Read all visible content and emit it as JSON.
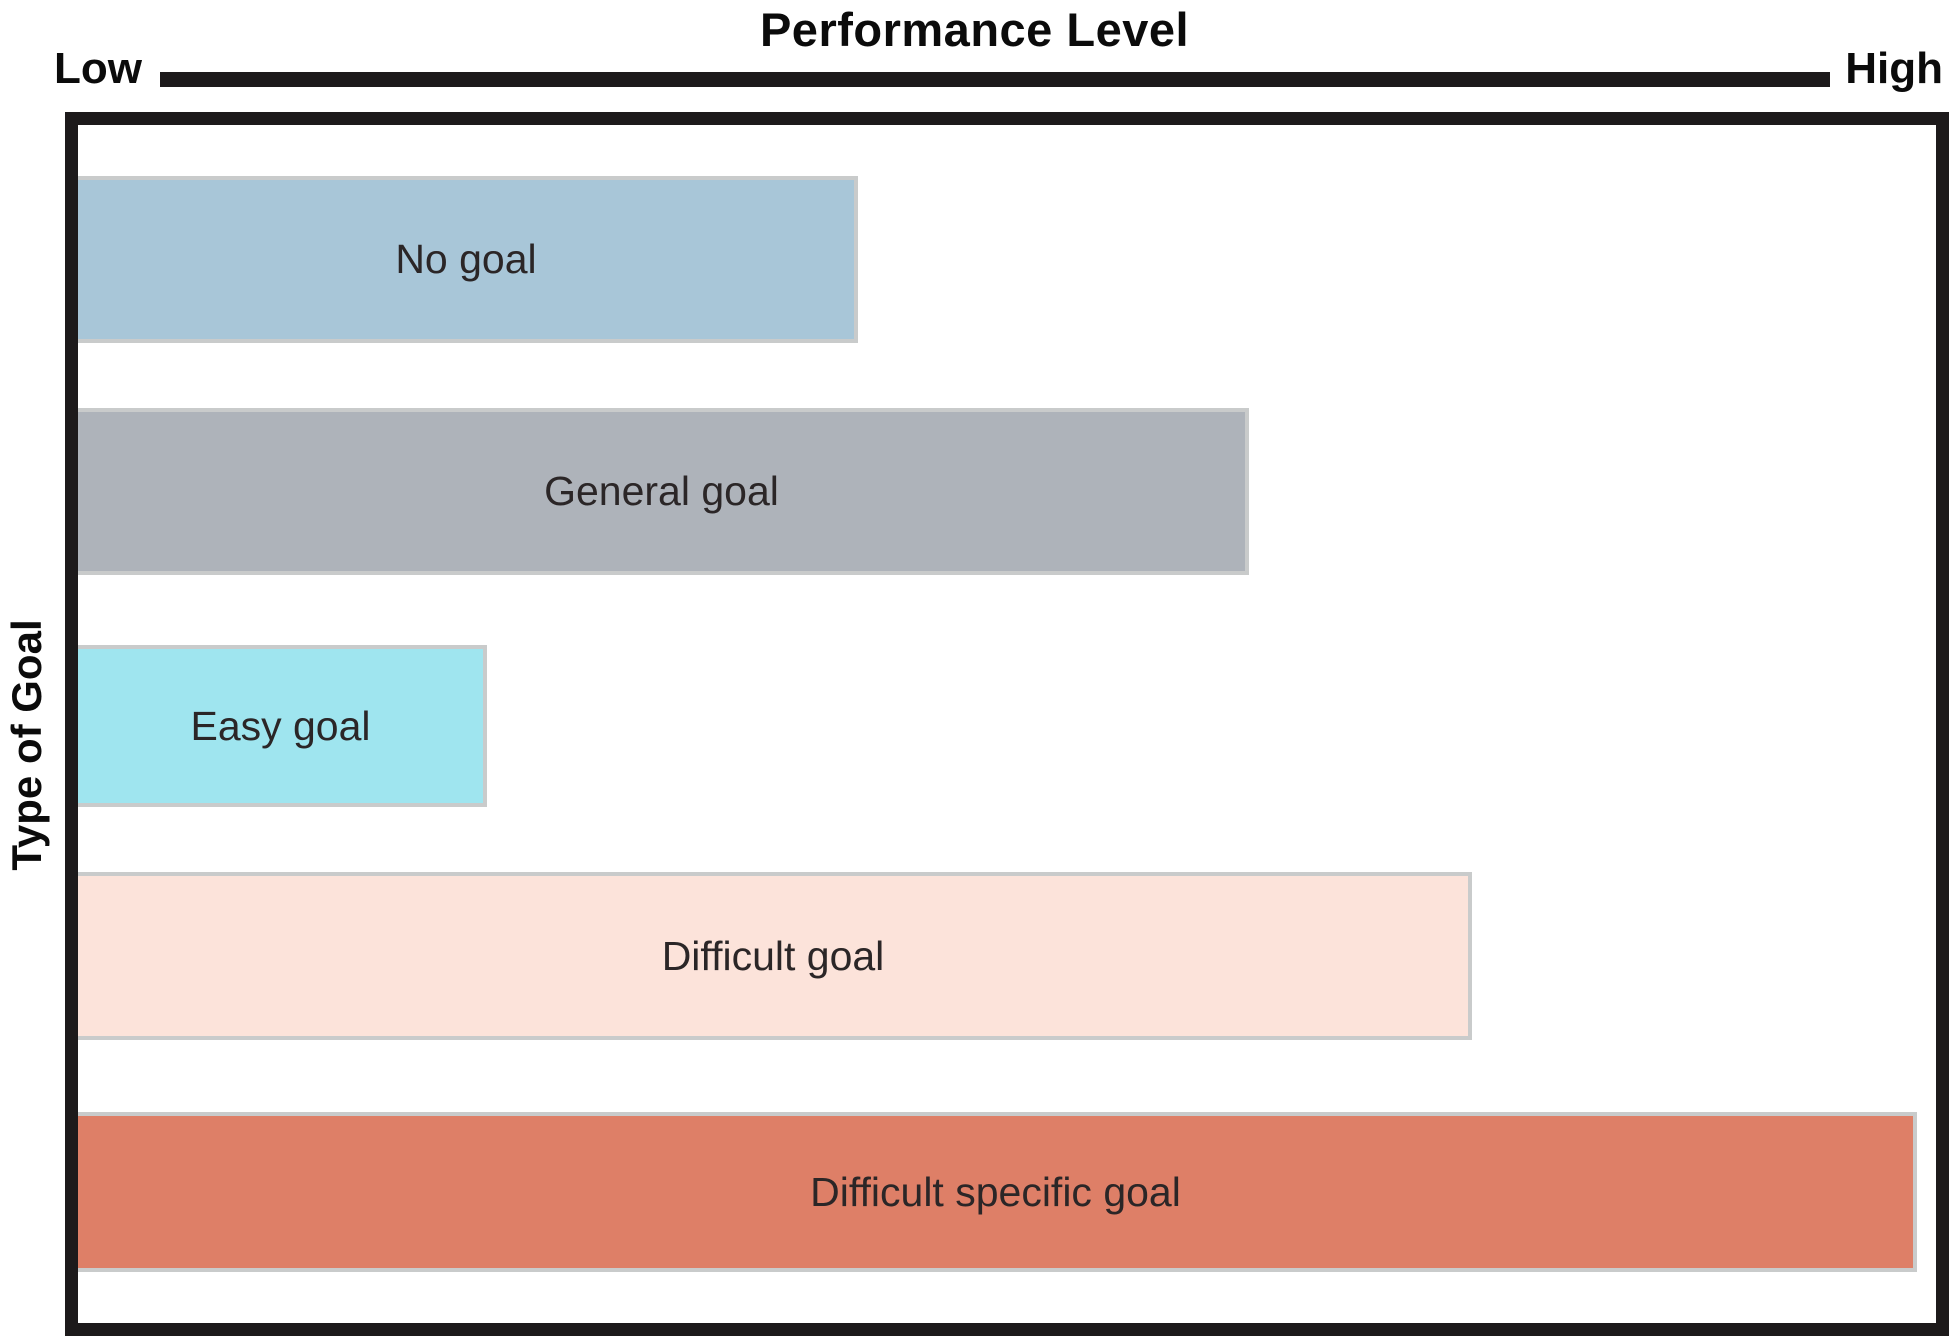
{
  "figure": {
    "title": "Performance Level",
    "x_axis": {
      "left_label": "Low",
      "right_label": "High"
    },
    "y_axis_label": "Type of Goal"
  },
  "colors": {
    "ink": "#1d1a1b",
    "bar_edge": "#c9cbcb",
    "bar_label_text": "#2b2627"
  },
  "chart_data": {
    "type": "bar",
    "orientation": "horizontal",
    "title": "Performance Level",
    "xlabel": "Performance Level",
    "ylabel": "Type of Goal",
    "axis_ticks": [
      "Low",
      "High"
    ],
    "axis_scale": "relative performance, unlabeled, Low (0) to High (100)",
    "grid": false,
    "legend": false,
    "categories": [
      "No goal",
      "General goal",
      "Easy goal",
      "Difficult goal",
      "Difficult specific goal"
    ],
    "values": [
      42,
      63,
      22,
      75,
      99
    ],
    "bar_colors": [
      "#a8c6d8",
      "#aeb3ba",
      "#9fe5ef",
      "#fce3da",
      "#de7f67"
    ]
  }
}
